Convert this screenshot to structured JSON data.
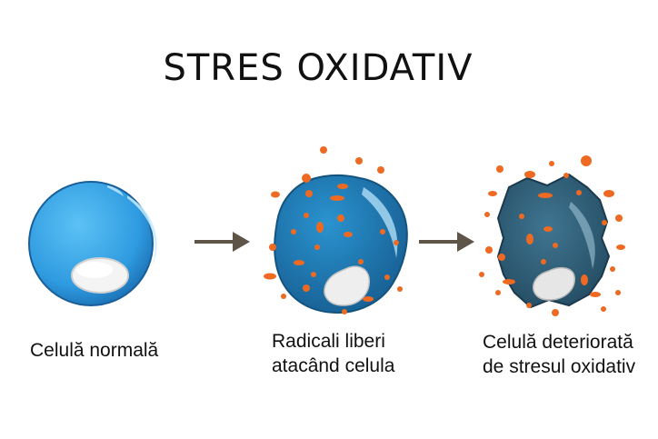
{
  "title": "STRES OXIDATIV",
  "captions": {
    "normal": [
      "Celulă normală"
    ],
    "attacked": [
      "Radicali liberi",
      "atacând celula"
    ],
    "damaged": [
      "Celulă deteriorată",
      "de stresul oxidativ"
    ]
  },
  "colors": {
    "healthy_cell": "#2f9be0",
    "attacked_cell": "#1f7db8",
    "damaged_cell": "#2c5a74",
    "radical": "#ee6a22",
    "nucleus": "#f4f4f4",
    "arrow": "#5e5548"
  }
}
